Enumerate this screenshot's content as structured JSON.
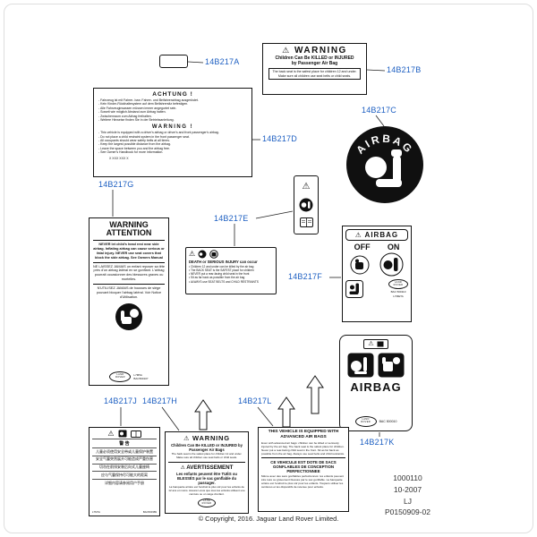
{
  "colors": {
    "callout_blue": "#1d5fc2",
    "label_ink": "#141414"
  },
  "icons": {
    "warning_triangle_glyph": "⚠"
  },
  "brand": {
    "logo_line1": "LAND",
    "logo_line2": "ROVER"
  },
  "callouts": {
    "a": "14B217A",
    "b": "14B217B",
    "c": "14B217C",
    "d": "14B217D",
    "e": "14B217E",
    "f": "14B217F",
    "g": "14B217G",
    "h": "14B217H",
    "j": "14B217J",
    "k": "14B217K",
    "l": "14B217L"
  },
  "labels": {
    "passenger_warning_top": {
      "title": "WARNING",
      "bold_lines": [
        "Children Can Be KILLED or INJURED",
        "by Passenger Air Bag"
      ],
      "small_lines": [
        "The back seat is the safest place for children 12 and under.",
        "Make sure all children use seat belts or child seats."
      ]
    },
    "airbag_roundel": {
      "arc_text": "AIRBAG"
    },
    "achtung_warning": {
      "title_de": "ACHTUNG !",
      "lines_de": [
        "- Fahrzeug ist mit Fahrer- bzw. Fahrer- und Beifahrerairbag ausgerüstet.",
        "- Kein Kinder-Rückhaltesystem auf dem Beifahrersitz befestigen.",
        "- Alle Fahrzeuginsassen müssen immer angegurtet sein.",
        "- Soweit wie möglich Abstand zum Airbag halten.",
        "- Zwischenraum zum Airbag freihalten.",
        "- Weitere Hinweise finden Sie in der Betriebsanleitung."
      ],
      "title_en": "WARNING !",
      "lines_en": [
        "- This vehicle is equipped with a driver's airbag or driver's and front passenger's airbag.",
        "- Do not place a child restraint system in the front passenger seat.",
        "- All occupants should wear safety belts at all times.",
        "- Keep the largest possible distance from the airbag.",
        "- Leave the space between you and the airbag free.",
        "- See Owner's Handbook for more information."
      ],
      "footer_code": "X XXX XXX X"
    },
    "warning_attention": {
      "title_line1": "WARNING",
      "title_line2": "ATTENTION",
      "para_en": "NEVER let child's head rest near side airbag. Inflating airbag can cause serious or fatal injury. NEVER use seat covers that block the side airbag. See Owners Manual",
      "para_fr1": "NE LAISSEZ JAMAIS un enfant reposer sa tête près d'un airbag latéral en se gonflant. L'airbag pourrait occasionner des blessures graves ou mortelles.",
      "para_fr2": "N'UTILISEZ JAMAIS de housses de siège pouvant bloquer l'airbag latéral. Voir Notice d'Utilisation.",
      "code_line1": "L7M5A",
      "code_line2": "BAC500107"
    },
    "visor_warning": {
      "heading": "DEATH or SERIOUS INJURY can occur",
      "bullets": [
        "• Children 12 and under can be killed by the air bag",
        "• The BACK SEAT is the SAFEST place for children",
        "• NEVER put a rear-facing child seat in the front",
        "• Sit as far back as possible from the air bag",
        "• ALWAYS use SEAT BELTS and CHILD RESTRAINTS"
      ]
    },
    "airbag_off_on": {
      "header": "AIRBAG",
      "off": "OFF",
      "on": "ON",
      "code_line1": "BAC 500110",
      "code_line2": "L7META"
    },
    "airbag_advanced_badge": {
      "title": "AIRBAG",
      "code": "BAC 500010"
    },
    "chinese_warning": {
      "rows": [
        "警  告",
        "儿童必须使用安全带或儿童保护装置",
        "安全气囊突然展开可能造成严重伤害",
        "切勿在前排安装后向式儿童座椅",
        "应与气囊保持尽可能大的距离",
        "详细内容请参阅用户手册"
      ],
      "code_left": "L7M7A",
      "code_right": "BAC500389"
    },
    "warning_avertissement": {
      "title_en": "WARNING",
      "bold_en": "Children Can Be KILLED or INJURED by Passenger Air Bags",
      "small_en": "The back seat is the safest place for children 12 and under. Make sure all children use seat belts or child seats.",
      "title_fr": "AVERTISSEMENT",
      "bold_fr": "Les enfants peuvent être TUÉS ou BLESSÉS par le sac gonflable du passager.",
      "small_fr": "La banquette arrière est l'endroit le plus sûr pour les enfants de 12 ans et moins. Assurez-vous que tous les enfants utilisent une ceinture ou un siège d'enfant."
    },
    "advanced_airbags": {
      "title_en": "THIS VEHICLE IS EQUIPPED WITH ADVANCED AIR BAGS",
      "para_en": "Even with advanced air bags: children can be killed or seriously injured by the air bag. The back seat is the safest place for children. Never put a rear-facing child seat in the front. Sit as far back as possible from the air bag. Always use seat belts and child restraints.",
      "title_fr": "CE VEHICULE EST DOTE DE SACS GONFLABLES DE CONCEPTION PERFECTIONNEE",
      "para_fr": "Même avec des sacs gonflables perfectionnés: les enfants peuvent être tués ou gravement blessés par le sac gonflable. La banquette arrière est l'endroit le plus sûr pour les enfants. Toujours utiliser les ceintures et les dispositifs de retenue pour enfants."
    }
  },
  "footer": {
    "doc_lines": [
      "1000110",
      "10-2007",
      "LJ",
      "P0150909-02"
    ],
    "copyright": "© Copyright, 2016. Jaguar Land Rover Limited."
  }
}
